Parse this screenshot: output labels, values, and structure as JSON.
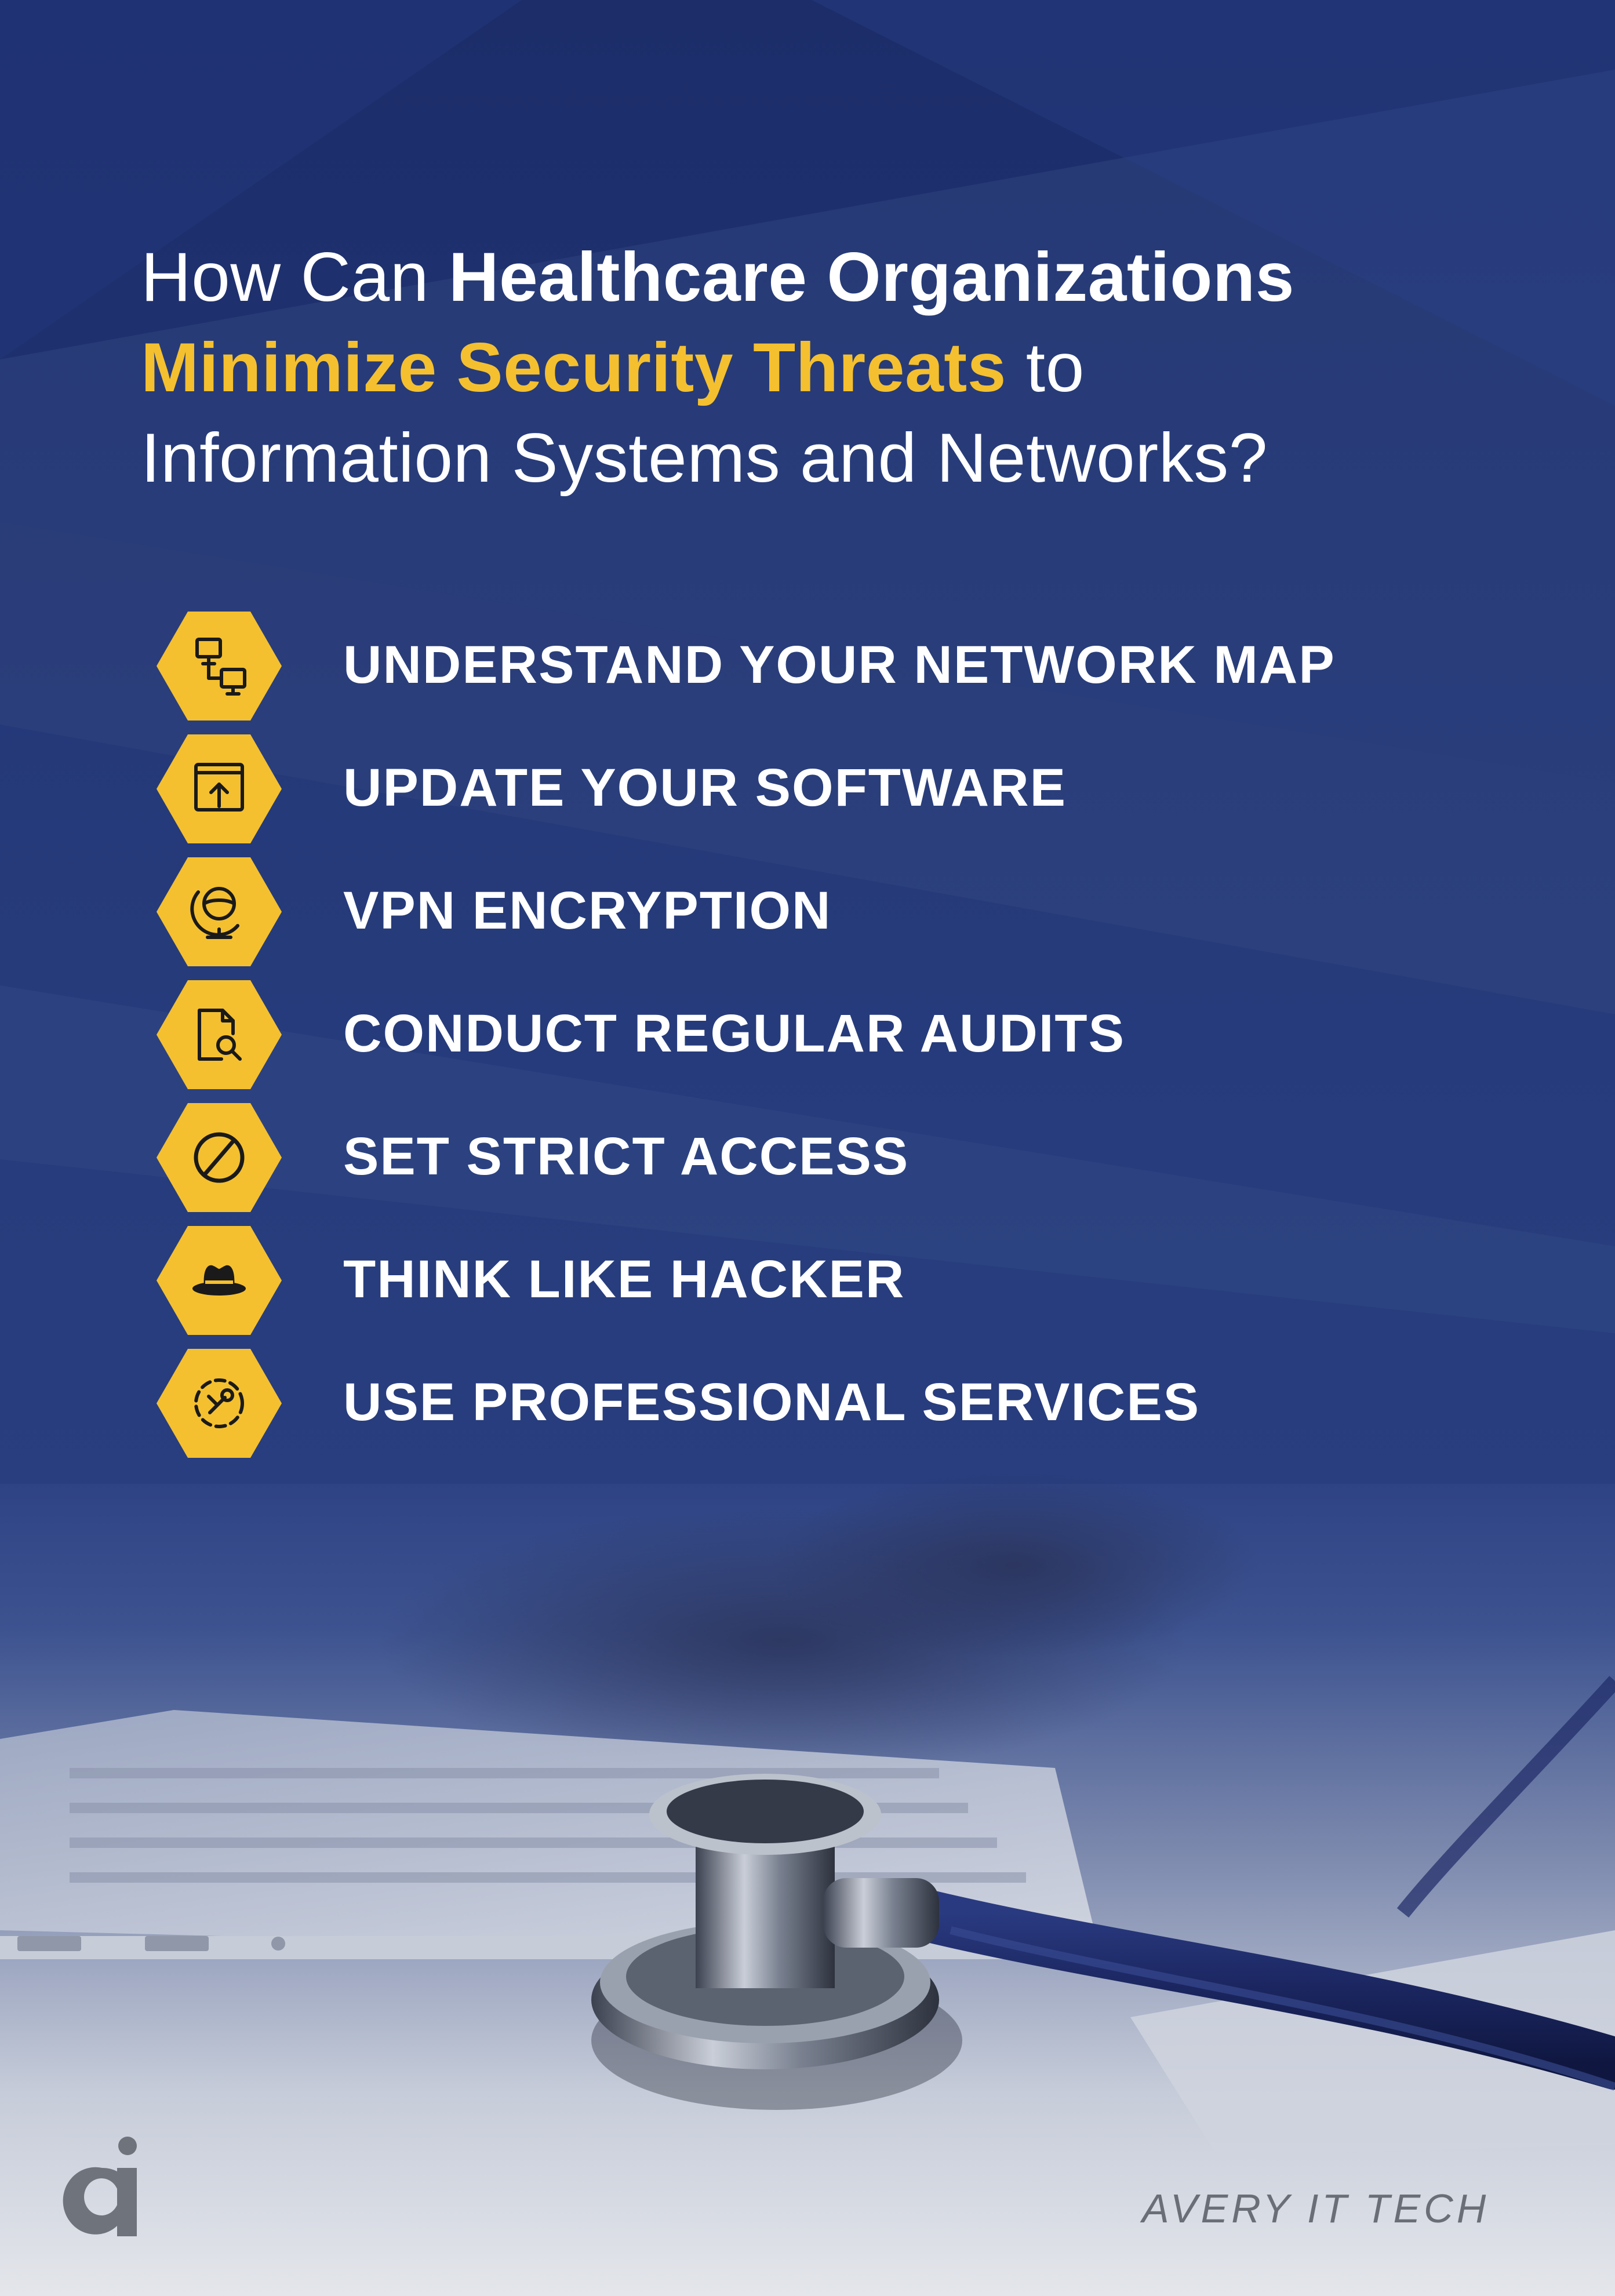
{
  "headline": {
    "line1_regular": "How Can ",
    "line1_bold": "Healthcare Organizations",
    "line2_accent": "Minimize Security Threats",
    "line2_regular": " to",
    "line3_regular": "Information Systems and Networks?"
  },
  "items": [
    {
      "icon": "network-map-icon",
      "label": "UNDERSTAND YOUR NETWORK MAP"
    },
    {
      "icon": "software-update-icon",
      "label": "UPDATE YOUR SOFTWARE"
    },
    {
      "icon": "globe-icon",
      "label": "VPN ENCRYPTION"
    },
    {
      "icon": "document-search-icon",
      "label": "CONDUCT REGULAR AUDITS"
    },
    {
      "icon": "prohibited-icon",
      "label": "SET STRICT ACCESS"
    },
    {
      "icon": "hacker-hat-icon",
      "label": "THINK LIKE HACKER"
    },
    {
      "icon": "professional-services-icon",
      "label": "USE PROFESSIONAL SERVICES"
    }
  ],
  "brand": {
    "logo_icon": "avery-logo-icon",
    "name": "AVERY IT TECH"
  },
  "colors": {
    "background": "#1e3068",
    "accent": "#f4c02f",
    "text": "#ffffff",
    "icon_stroke": "#1a1a1a"
  }
}
